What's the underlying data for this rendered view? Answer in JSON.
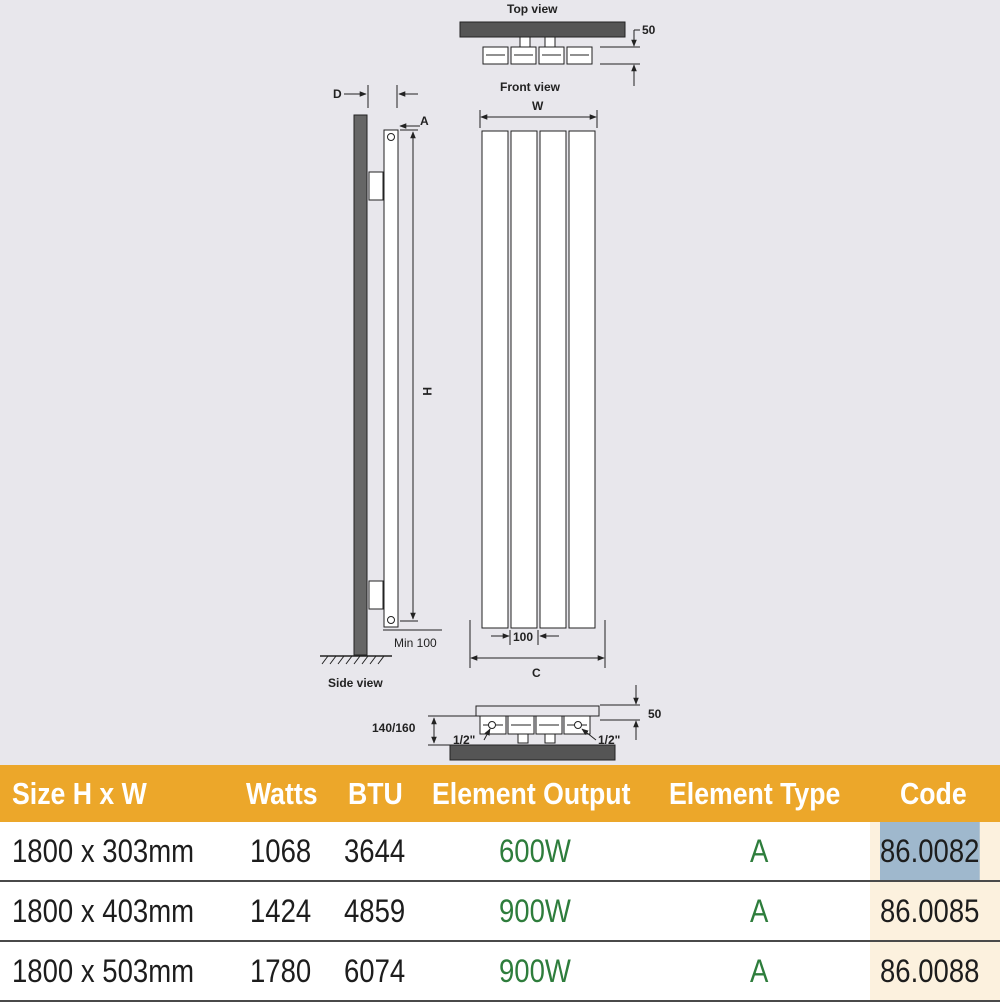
{
  "diagram": {
    "labels": {
      "top_view": "Top view",
      "front_view": "Front view",
      "side_view": "Side view",
      "d": "D",
      "a": "A",
      "w": "W",
      "h": "H",
      "c": "C",
      "min100": "Min 100",
      "gap100": "100",
      "dim50_top": "50",
      "dim50_bottom": "50",
      "dim140": "140/160",
      "half_left": "1/2\"",
      "half_right": "1/2\""
    }
  },
  "table": {
    "headers": [
      "Size H x W",
      "Watts",
      "BTU",
      "Element Output",
      "Element Type",
      "Code"
    ],
    "rows": [
      {
        "size": "1800 x 303mm",
        "watts": "1068",
        "btu": "3644",
        "output": "600W",
        "type": "A",
        "code": "86.0082",
        "selected": true
      },
      {
        "size": "1800 x 403mm",
        "watts": "1424",
        "btu": "4859",
        "output": "900W",
        "type": "A",
        "code": "86.0085",
        "selected": false
      },
      {
        "size": "1800 x 503mm",
        "watts": "1780",
        "btu": "6074",
        "output": "900W",
        "type": "A",
        "code": "86.0088",
        "selected": false
      }
    ],
    "colors": {
      "header_bg": "#eca72a",
      "header_text": "#ffffff",
      "output_text": "#2e7d3c",
      "code_bg": "#fcf1de",
      "selection": "#9fb8cd"
    }
  }
}
